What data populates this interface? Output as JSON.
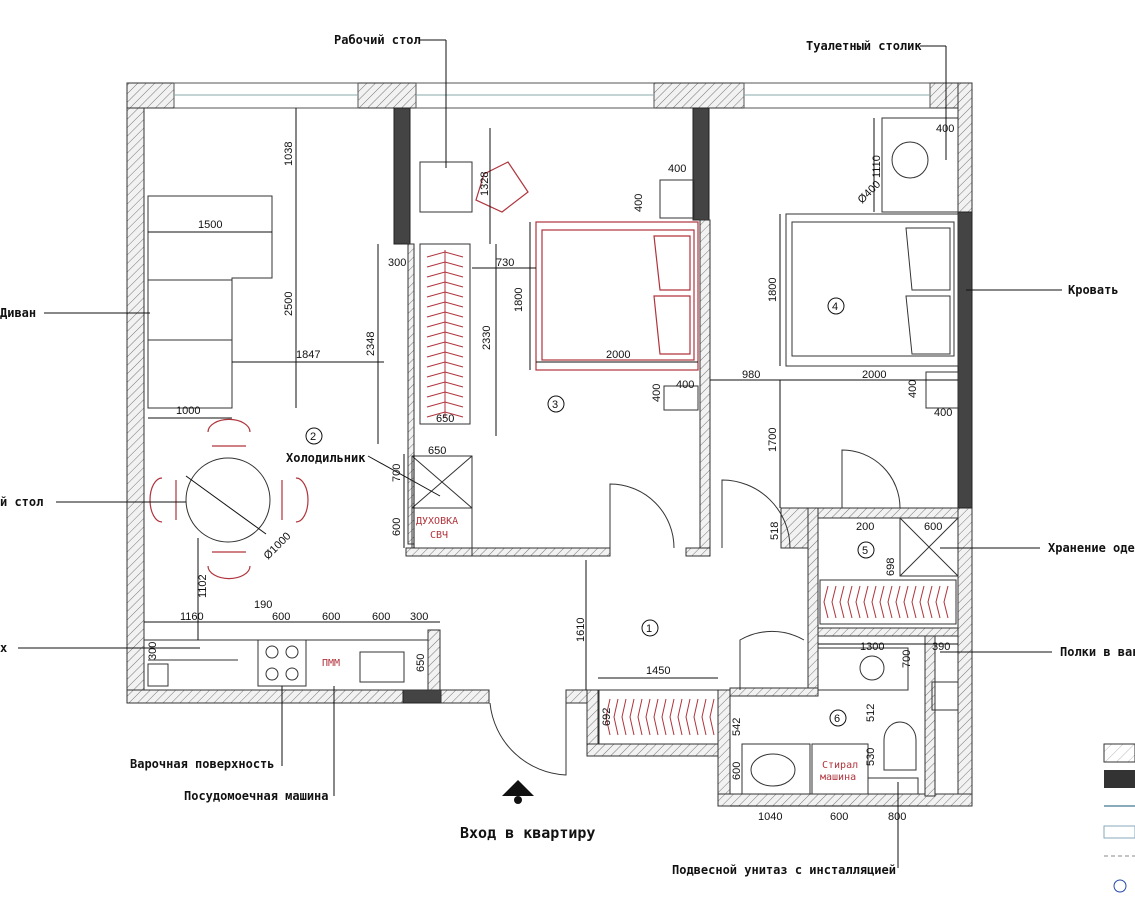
{
  "labels": {
    "desk": "Рабочий стол",
    "dressing_table": "Туалетный столик",
    "sofa": "Диван",
    "bed": "Кровать",
    "dining_table": "й стол",
    "fridge": "Холодильник",
    "storage": "Хранение одеж",
    "shelves": "Полки в ван",
    "cabinets": "х",
    "hob": "Варочная поверхность",
    "dishwasher": "Посудомоечная машина",
    "entrance": "Вход в квартиру",
    "toilet": "Подвесной унитаз с инсталляцией"
  },
  "rooms": [
    "1",
    "2",
    "3",
    "4",
    "5",
    "6"
  ],
  "appliances": {
    "oven_line1": "ДУХОВКА",
    "oven_line2": "СВЧ",
    "dishwasher_short": "ПММ",
    "washer_line1": "Стирал",
    "washer_line2": "машина"
  },
  "dims": {
    "d1038": "1038",
    "d1500": "1500",
    "d2500": "2500",
    "d1847": "1847",
    "d1000": "1000",
    "d300a": "300",
    "d2348": "2348",
    "d2330": "2330",
    "d650a": "650",
    "d650b": "650",
    "d700a": "700",
    "d600a": "600",
    "d1328": "1328",
    "d730": "730",
    "d1800a": "1800",
    "d2000a": "2000",
    "d400a": "400",
    "d400b": "400",
    "d400c": "400",
    "d400d": "400",
    "d980": "980",
    "d2000b": "2000",
    "d1800b": "1800",
    "d1700": "1700",
    "d400e": "400",
    "d400f": "400",
    "d400g": "400",
    "d1110": "1110",
    "phi400": "Ø400",
    "d518": "518",
    "d200": "200",
    "d600b": "600",
    "d698": "698",
    "d1102": "1102",
    "phi1000": "Ø1000",
    "d1160": "1160",
    "d190": "190",
    "d600c": "600",
    "d600d": "600",
    "d600e": "600",
    "d300b": "300",
    "d300c": "300",
    "d650c": "650",
    "d1610": "1610",
    "d1450": "1450",
    "d692": "692",
    "d542": "542",
    "d600f": "600",
    "d1300": "1300",
    "d700b": "700",
    "d390": "390",
    "d512": "512",
    "d530": "530",
    "d1040": "1040",
    "d600g": "600",
    "d800": "800"
  }
}
